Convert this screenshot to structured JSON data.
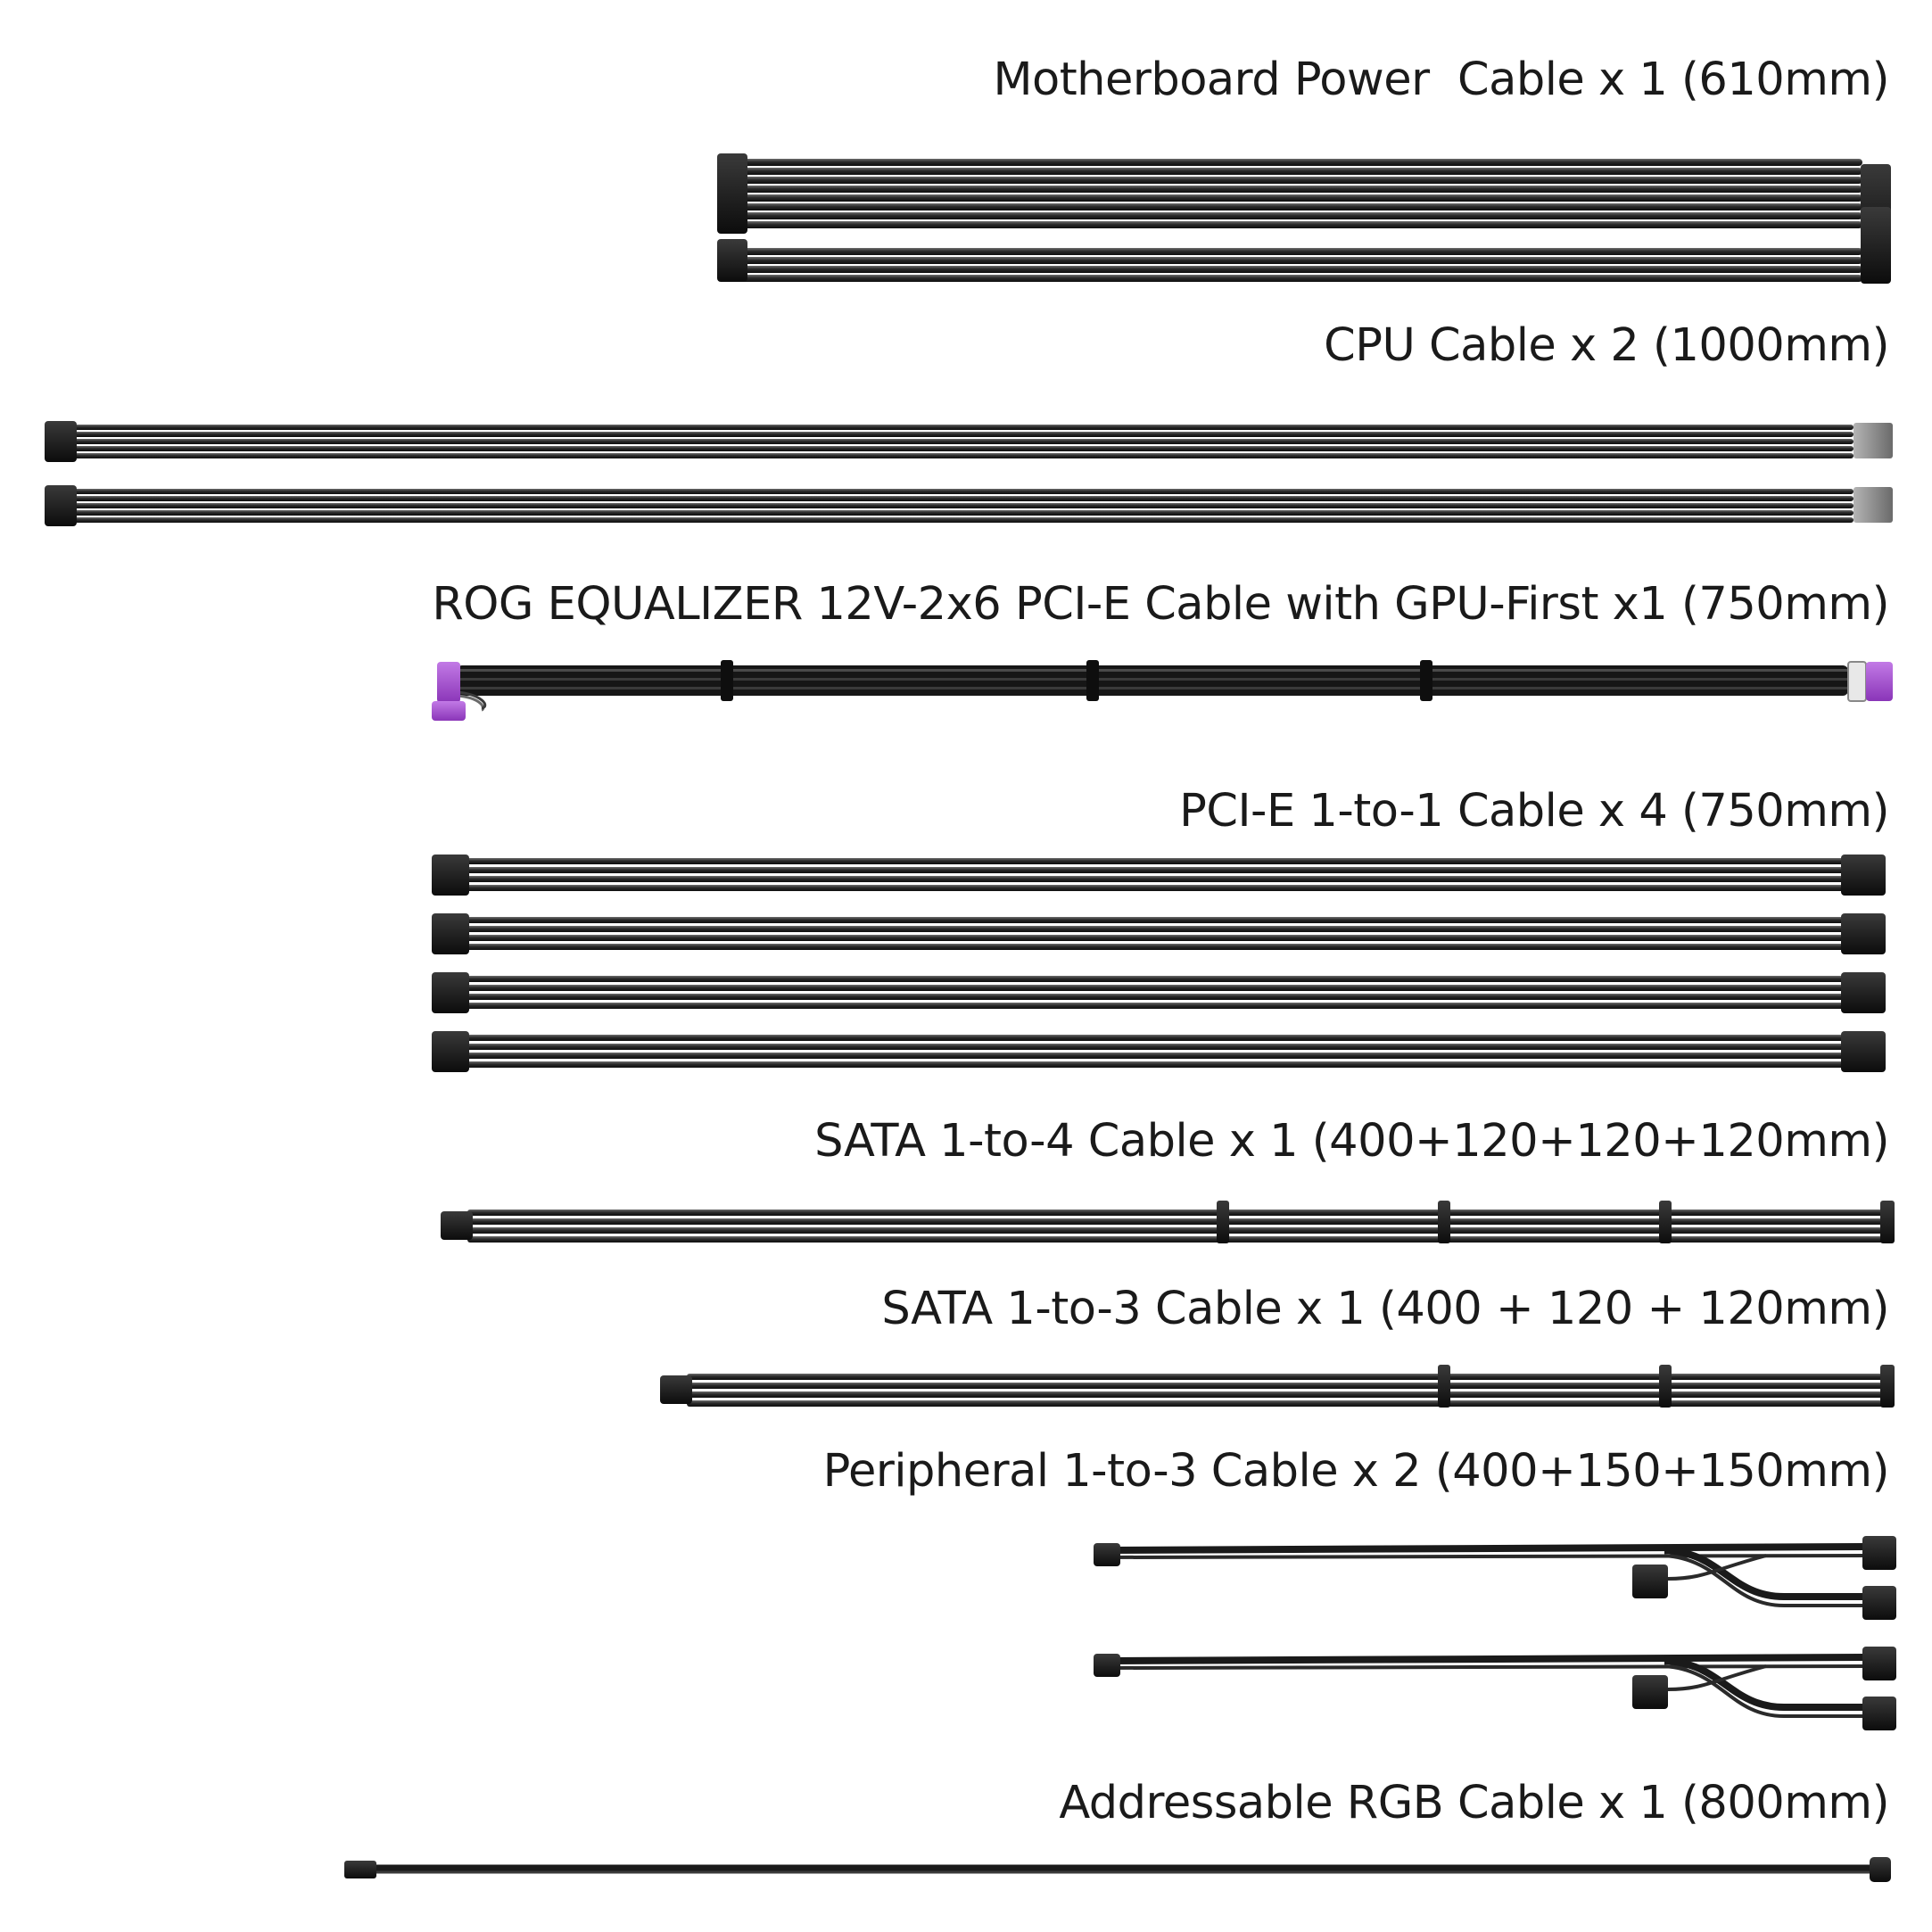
{
  "labels": {
    "motherboard": "Motherboard Power  Cable x 1 (610mm)",
    "cpu": "CPU Cable x 2 (1000mm)",
    "rog": "ROG EQUALIZER 12V-2x6 PCI-E Cable with GPU-First x1 (750mm)",
    "pcie": "PCI-E 1-to-1 Cable x 4 (750mm)",
    "sata4": "SATA 1-to-4 Cable x 1 (400+120+120+120mm)",
    "sata3": "SATA 1-to-3 Cable x 1 (400 + 120 + 120mm)",
    "peripheral": "Peripheral 1-to-3 Cable x 2 (400+150+150mm)",
    "argb": "Addressable RGB Cable x 1 (800mm)"
  },
  "colors": {
    "background": "#ffffff",
    "cable": "#1c1c1c",
    "sleeve_highlight": "#6d6d6d",
    "connector": "#141414",
    "gpu_connector": "#a24bd0",
    "cpu_end_connector": "#8a8a8a"
  },
  "icons": {
    "rog_badge": "rog-eye-logo-icon"
  }
}
